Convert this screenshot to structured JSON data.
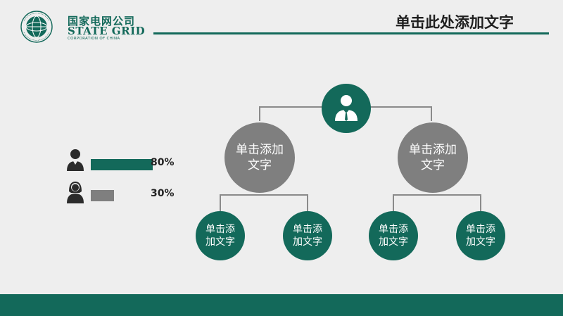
{
  "header": {
    "logo_cn": "国家电网公司",
    "logo_en": "STATE GRID",
    "logo_sub": "CORPORATION OF CHINA",
    "title": "单击此处添加文字"
  },
  "stats": [
    {
      "icon": "male-user-icon",
      "value": 80,
      "label": "80%",
      "color": "#13695a"
    },
    {
      "icon": "female-user-icon",
      "value": 30,
      "label": "30%",
      "color": "#7f7f7f"
    }
  ],
  "tree": {
    "root_icon": "businessman-icon",
    "level1": [
      {
        "label": "单击添加\n文字"
      },
      {
        "label": "单击添加\n文字"
      }
    ],
    "level2": [
      {
        "label": "单击添\n加文字"
      },
      {
        "label": "单击添\n加文字"
      },
      {
        "label": "单击添\n加文字"
      },
      {
        "label": "单击添\n加文字"
      }
    ]
  },
  "colors": {
    "green": "#13695a",
    "gray": "#7f7f7f",
    "line": "#8a8a8a",
    "background": "#eeeeee"
  }
}
